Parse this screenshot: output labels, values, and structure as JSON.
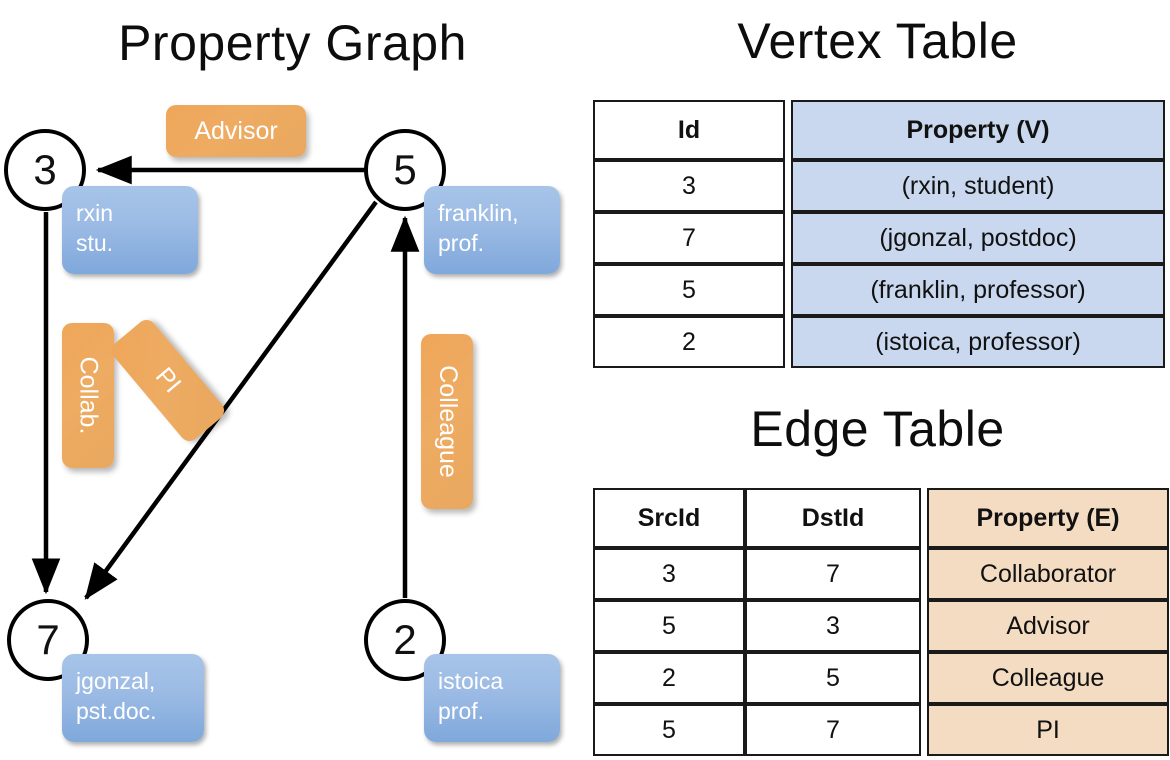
{
  "titles": {
    "property_graph": "Property Graph",
    "vertex_table": "Vertex Table",
    "edge_table": "Edge Table"
  },
  "colors": {
    "vertex_property_fill": "#c9d8ee",
    "edge_property_fill": "#f4dcc2",
    "vertex_chip_blue": "#9dbce5",
    "edge_chip_orange": "#eeab62",
    "stroke": "#000000",
    "background": "#ffffff"
  },
  "graph": {
    "vertices": [
      {
        "id": "3",
        "property_text_line1": "rxin",
        "property_text_line2": "stu."
      },
      {
        "id": "5",
        "property_text_line1": "franklin,",
        "property_text_line2": "prof."
      },
      {
        "id": "7",
        "property_text_line1": "jgonzal,",
        "property_text_line2": "pst.doc."
      },
      {
        "id": "2",
        "property_text_line1": "istoica",
        "property_text_line2": "prof."
      }
    ],
    "edge_labels": [
      {
        "name": "advisor",
        "label": "Advisor",
        "src": "5",
        "dst": "3"
      },
      {
        "name": "collab",
        "label": "Collab.",
        "src": "3",
        "dst": "7"
      },
      {
        "name": "pi",
        "label": "PI",
        "src": "5",
        "dst": "7"
      },
      {
        "name": "colleague",
        "label": "Colleague",
        "src": "2",
        "dst": "5"
      }
    ]
  },
  "vertex_table": {
    "headers": [
      "Id",
      "Property (V)"
    ],
    "rows": [
      {
        "id": "3",
        "property": "(rxin, student)"
      },
      {
        "id": "7",
        "property": "(jgonzal, postdoc)"
      },
      {
        "id": "5",
        "property": "(franklin, professor)"
      },
      {
        "id": "2",
        "property": "(istoica, professor)"
      }
    ]
  },
  "edge_table": {
    "headers": [
      "SrcId",
      "DstId",
      "Property (E)"
    ],
    "rows": [
      {
        "src": "3",
        "dst": "7",
        "property": "Collaborator"
      },
      {
        "src": "5",
        "dst": "3",
        "property": "Advisor"
      },
      {
        "src": "2",
        "dst": "5",
        "property": "Colleague"
      },
      {
        "src": "5",
        "dst": "7",
        "property": "PI"
      }
    ]
  }
}
